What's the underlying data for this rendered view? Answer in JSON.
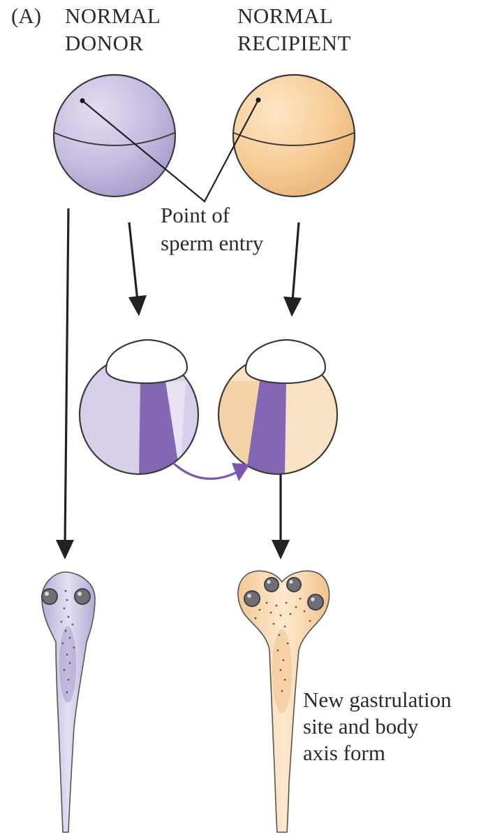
{
  "panel_label": "(A)",
  "columns": {
    "donor": {
      "line1": "NORMAL",
      "line2": "DONOR"
    },
    "recipient": {
      "line1": "NORMAL",
      "line2": "RECIPIENT"
    }
  },
  "callouts": {
    "sperm_entry": {
      "line1": "Point of",
      "line2": "sperm entry"
    },
    "new_axis": {
      "line1": "New gastrulation",
      "line2": "site and body",
      "line3": "axis form"
    }
  },
  "colors": {
    "donor_fill": "#c8bfe0",
    "donor_dark": "#8467b3",
    "recipient_fill": "#f7ce9c",
    "recipient_pale": "#fbe2c0",
    "transplant_arrow": "#7b55b0"
  }
}
